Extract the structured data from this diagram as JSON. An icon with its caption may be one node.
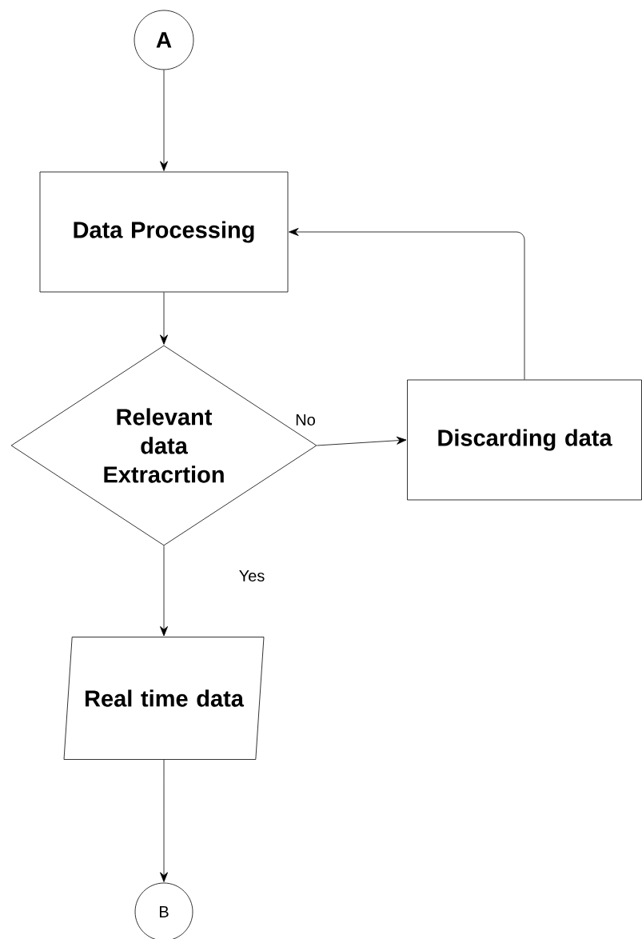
{
  "diagram": {
    "nodes": [
      {
        "text": [
          "A"
        ]
      },
      {
        "text": [
          "Data Processing"
        ]
      },
      {
        "text": [
          "Relevant data Extracrtion"
        ]
      },
      {
        "text": [
          "Discarding data"
        ]
      },
      {
        "text": [
          "Real time data"
        ]
      },
      {
        "text": [
          "B"
        ]
      }
    ],
    "edges": [
      {
        "from": 0,
        "to": 1,
        "arrow": "to"
      },
      {
        "from": 1,
        "to": 2,
        "arrow": "to"
      },
      {
        "from": 2,
        "to": 3,
        "arrow": "to",
        "label": "No"
      },
      {
        "from": 3,
        "to": 1,
        "arrow": "to"
      },
      {
        "from": 2,
        "to": 4,
        "arrow": "to",
        "label": "Yes"
      },
      {
        "from": 4,
        "to": 5,
        "arrow": "to"
      }
    ]
  }
}
